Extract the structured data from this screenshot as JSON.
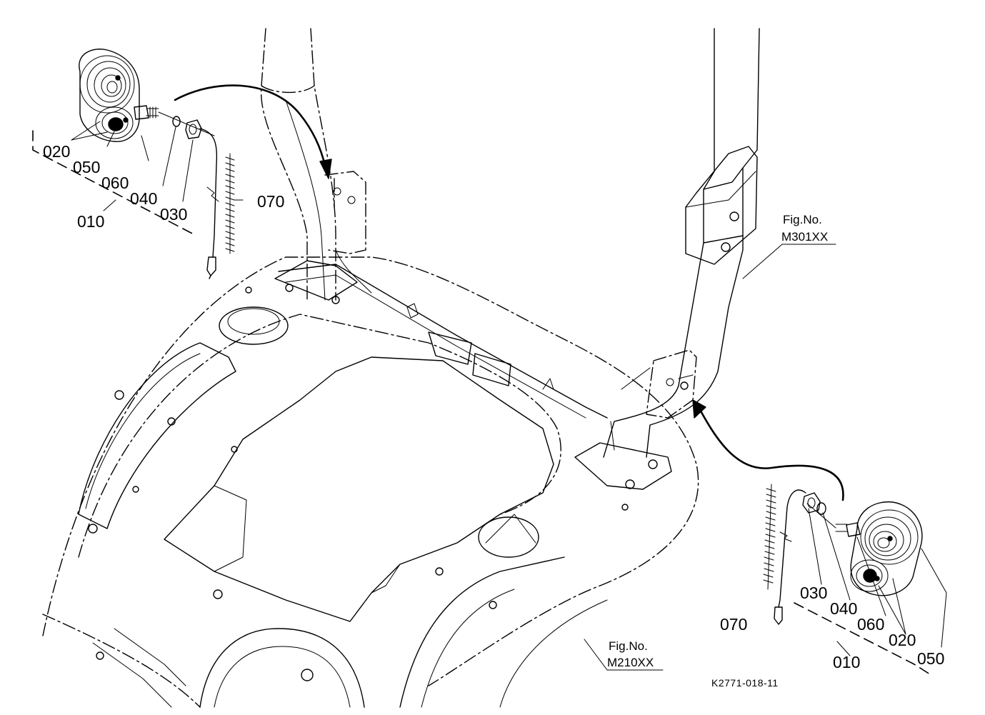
{
  "left_assembly": {
    "labels": [
      "020",
      "050",
      "060",
      "040",
      "030",
      "070",
      "010"
    ]
  },
  "right_assembly": {
    "labels": [
      "030",
      "040",
      "060",
      "020",
      "070",
      "010",
      "050"
    ]
  },
  "references": [
    {
      "title": "Fig.No.",
      "code": "M301XX"
    },
    {
      "title": "Fig.No.",
      "code": "M210XX"
    }
  ],
  "drawing_number": "K2771-018-11"
}
